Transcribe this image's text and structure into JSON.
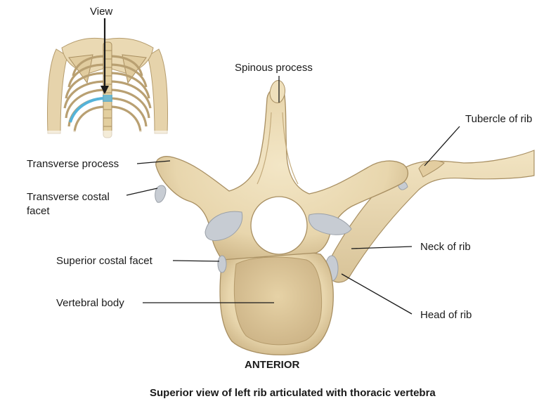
{
  "labels": {
    "view": "View",
    "spinous_process": "Spinous process",
    "tubercle_of_rib": "Tubercle of rib",
    "transverse_process": "Transverse process",
    "transverse_costal_facet_line1": "Transverse costal",
    "transverse_costal_facet_line2": "facet",
    "neck_of_rib": "Neck of rib",
    "superior_costal_facet": "Superior costal facet",
    "vertebral_body": "Vertebral body",
    "head_of_rib": "Head of rib",
    "anterior": "ANTERIOR"
  },
  "caption": "Superior view of left rib articulated with thoracic vertebra",
  "colors": {
    "bone": "#ecdcb6",
    "bone_shadow": "#c9b285",
    "bone_outline": "#a88f62",
    "cartilage": "#c7ccd3",
    "highlight_rib": "#55b3d9",
    "leader_line": "#1a1a1a"
  }
}
